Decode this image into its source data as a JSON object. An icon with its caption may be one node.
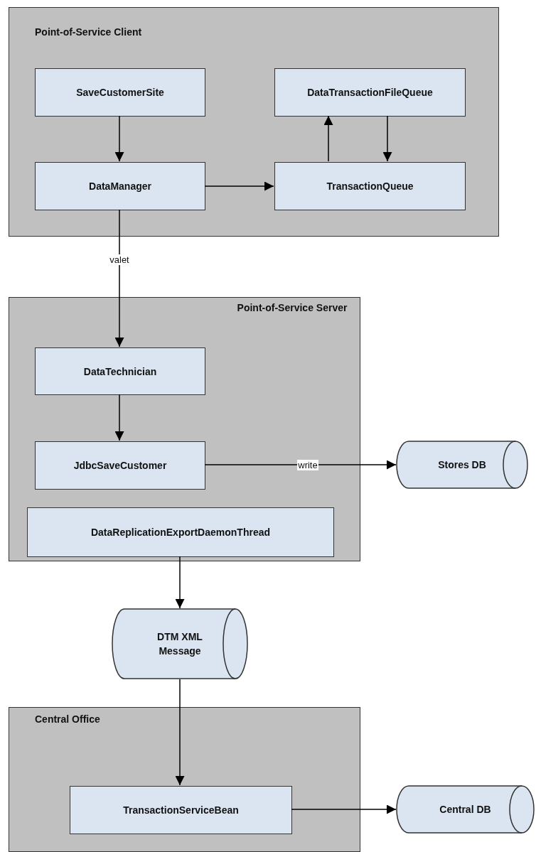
{
  "diagram": {
    "nodes": [
      {
        "text": [
          "Point-of-Service Client"
        ]
      },
      {
        "text": [
          "SaveCustomerSite"
        ],
        "in": 0
      },
      {
        "text": [
          "DataTransactionFileQueue"
        ],
        "in": 0
      },
      {
        "text": [
          "DataManager"
        ],
        "in": 0
      },
      {
        "text": [
          "TransactionQueue"
        ],
        "in": 0
      },
      {
        "text": [
          "Point-of-Service Server"
        ]
      },
      {
        "text": [
          "DataTechnician"
        ],
        "in": 5
      },
      {
        "text": [
          "JdbcSaveCustomer"
        ],
        "in": 5
      },
      {
        "text": [
          "DataReplicationExportDaemonThread"
        ],
        "in": 5
      },
      {
        "text": [
          "Stores DB"
        ]
      },
      {
        "text": [
          "DTM XML Message"
        ]
      },
      {
        "text": [
          "Central Office"
        ]
      },
      {
        "text": [
          "TransactionServiceBean"
        ],
        "in": 11
      },
      {
        "text": [
          "Central DB"
        ]
      }
    ],
    "edges": [
      {
        "from": 1,
        "to": 3,
        "arrow": "to"
      },
      {
        "from": 4,
        "to": 2,
        "arrow": "to"
      },
      {
        "from": 2,
        "to": 4,
        "arrow": "to"
      },
      {
        "from": 3,
        "to": 4,
        "arrow": "to"
      },
      {
        "from": 3,
        "to": 6,
        "arrow": "to",
        "label": "valet"
      },
      {
        "from": 6,
        "to": 7,
        "arrow": "to"
      },
      {
        "from": 7,
        "to": 9,
        "arrow": "to",
        "label": "write"
      },
      {
        "from": 8,
        "to": 10,
        "arrow": "to"
      },
      {
        "from": 10,
        "to": 12,
        "arrow": "to"
      },
      {
        "from": 12,
        "to": 13,
        "arrow": "to"
      }
    ]
  }
}
